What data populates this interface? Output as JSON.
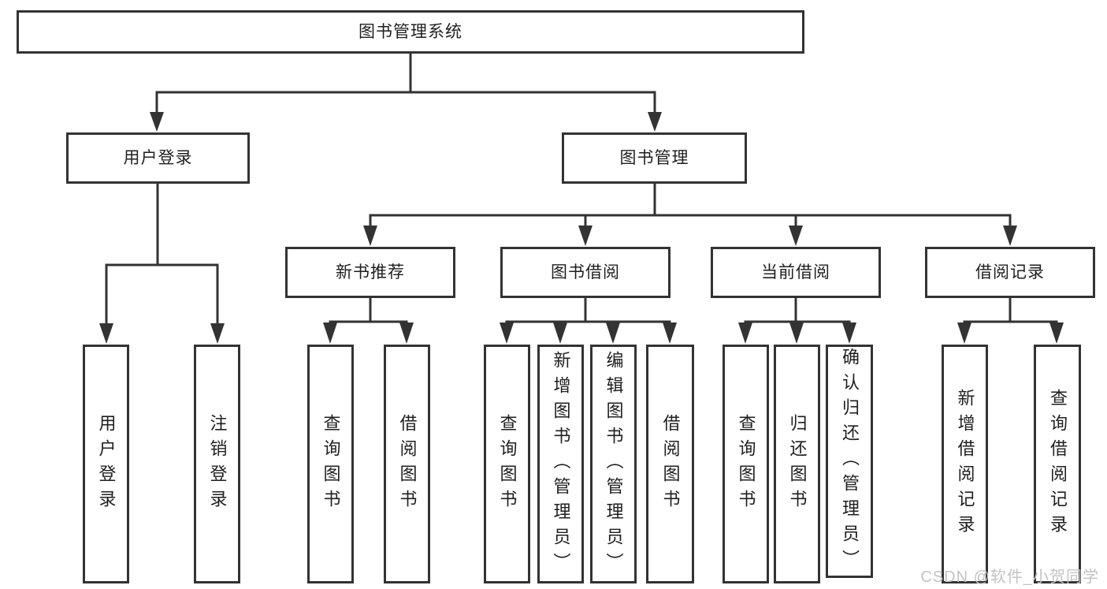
{
  "diagram": {
    "root": {
      "label": "图书管理系统",
      "children": [
        {
          "label": "用户登录",
          "children": [
            {
              "label": "用户登录"
            },
            {
              "label": "注销登录"
            }
          ]
        },
        {
          "label": "图书管理",
          "children": [
            {
              "label": "新书推荐",
              "children": [
                {
                  "label": "查询图书"
                },
                {
                  "label": "借阅图书"
                }
              ]
            },
            {
              "label": "图书借阅",
              "children": [
                {
                  "label": "查询图书"
                },
                {
                  "label": "新增图书（管理员）"
                },
                {
                  "label": "编辑图书（管理员）"
                },
                {
                  "label": "借阅图书"
                }
              ]
            },
            {
              "label": "当前借阅",
              "children": [
                {
                  "label": "查询图书"
                },
                {
                  "label": "归还图书"
                },
                {
                  "label": "确认归还（管理员）"
                }
              ]
            },
            {
              "label": "借阅记录",
              "children": [
                {
                  "label": "新增借阅记录"
                },
                {
                  "label": "查询借阅记录"
                }
              ]
            }
          ]
        }
      ]
    }
  },
  "watermark": {
    "text": "CSDN @软件_小贺同学"
  },
  "colors": {
    "line_color": "#333333",
    "box_bg": "#ffffff",
    "text_color": "#1f1f1f",
    "page_bg": "#ffffff",
    "watermark_color": "#c3c3c3"
  }
}
